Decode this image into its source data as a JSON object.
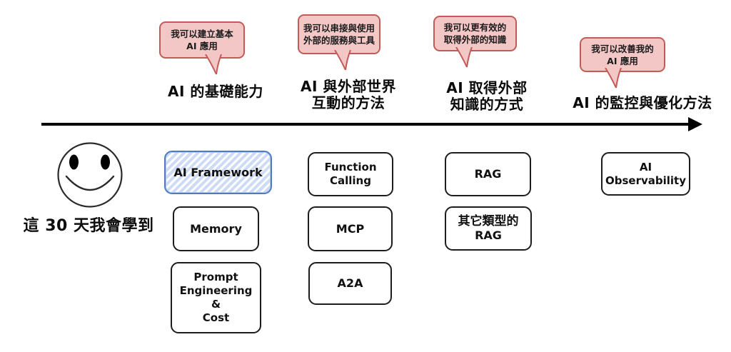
{
  "intro": {
    "label": "這 30 天我會學到",
    "smiley_icon": "smiley-face"
  },
  "timeline": {
    "arrow_color": "#000000",
    "direction": "left-to-right"
  },
  "colors": {
    "bubble_fill": "#f4c7c7",
    "bubble_border": "#c25b57",
    "highlight_border": "#4d7cc3",
    "highlight_stripe": "#cddcf4",
    "box_border": "#1c1c1c",
    "text": "#111111"
  },
  "columns": [
    {
      "bubble_lines": [
        "我可以建立基本",
        "AI 應用"
      ],
      "header_lines": [
        "AI 的基礎能力"
      ],
      "boxes": [
        {
          "lines": [
            "AI Framework"
          ],
          "highlighted": true
        },
        {
          "lines": [
            "Memory"
          ],
          "highlighted": false
        },
        {
          "lines": [
            "Prompt",
            "Engineering",
            "&",
            "Cost"
          ],
          "highlighted": false
        }
      ]
    },
    {
      "bubble_lines": [
        "我可以串接與使用",
        "外部的服務與工具"
      ],
      "header_lines": [
        "AI 與外部世界",
        "互動的方法"
      ],
      "boxes": [
        {
          "lines": [
            "Function",
            "Calling"
          ],
          "highlighted": false
        },
        {
          "lines": [
            "MCP"
          ],
          "highlighted": false
        },
        {
          "lines": [
            "A2A"
          ],
          "highlighted": false
        }
      ]
    },
    {
      "bubble_lines": [
        "我可以更有效的",
        "取得外部的知識"
      ],
      "header_lines": [
        "AI 取得外部",
        "知識的方式"
      ],
      "boxes": [
        {
          "lines": [
            "RAG"
          ],
          "highlighted": false
        },
        {
          "lines": [
            "其它類型的",
            "RAG"
          ],
          "highlighted": false
        }
      ]
    },
    {
      "bubble_lines": [
        "我可以改善我的",
        "AI 應用"
      ],
      "header_lines": [
        "AI 的監控與優化方法"
      ],
      "boxes": [
        {
          "lines": [
            "AI",
            "Observability"
          ],
          "highlighted": false
        }
      ]
    }
  ]
}
